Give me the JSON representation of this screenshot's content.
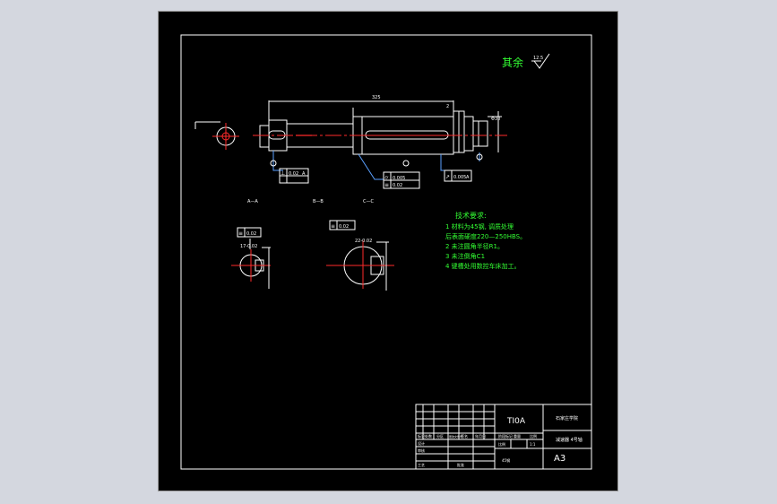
{
  "colors": {
    "background": "#d4d7df",
    "sheet": "#000000",
    "line": "#ffffff",
    "center_line": "#ff2a2a",
    "annotation": "#33ff33",
    "leader": "#5aa0ff"
  },
  "roughness": {
    "label": "其余",
    "value": "12.5"
  },
  "dimensions": {
    "overall_length": "325",
    "right_diameter": "Φ30",
    "shoulder": "2"
  },
  "sections": {
    "a": "A—A",
    "b": "B—B",
    "c": "C—C"
  },
  "tolerance_frames": [
    {
      "symbol": "⊥",
      "value": "0.02",
      "datum": "A"
    },
    {
      "symbol": "⌭",
      "value": "0.005",
      "datum": ""
    },
    {
      "symbol": "≡",
      "value": "0.02",
      "datum": ""
    },
    {
      "symbol": "↗",
      "value": "0.005",
      "datum": "A"
    }
  ],
  "section_tolerances": [
    {
      "symbol": "≡",
      "value": "0.02",
      "datum": ""
    },
    {
      "symbol": "≡",
      "value": "0.02",
      "datum": ""
    }
  ],
  "section_dims": {
    "left": "17-0.02",
    "right": "22-0.02"
  },
  "technical_requirements": {
    "title": "技术要求:",
    "items": [
      "1 材料为45钢, 调质处理",
      "后表面硬度220—250HBS。",
      "2 未注圆角半径R1。",
      "3 未注倒角C1",
      "4 键槽处用数控车床加工。"
    ]
  },
  "title_block": {
    "part_code": "TI0A",
    "school": "石家庄学院",
    "drawing_name": "减速器 4号轴",
    "sheet_size": "A3",
    "scale_label": "比例",
    "scale_value": "1:1",
    "material": "45钢",
    "signatures": [
      "标记",
      "处数",
      "分区",
      "更改文件号",
      "签名",
      "年月日"
    ],
    "roles": [
      "设计",
      "审核",
      "工艺",
      "批准"
    ],
    "small_text": [
      "阶段标记",
      "重量",
      "比例"
    ]
  }
}
